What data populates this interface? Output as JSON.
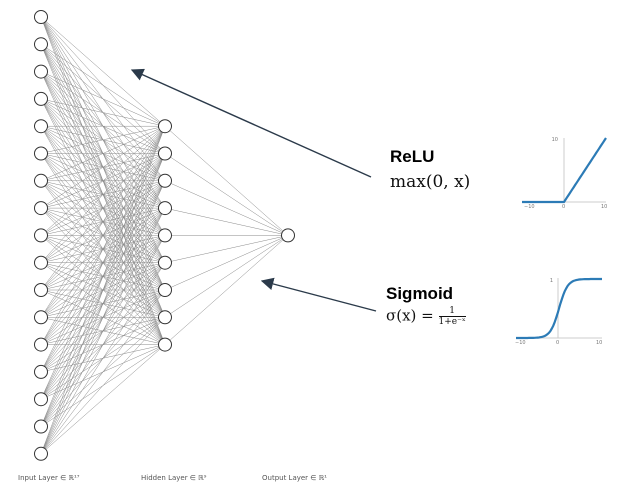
{
  "network": {
    "layers": [
      {
        "name": "input",
        "nodes": 17,
        "label": "Input Layer ∈ ℝ¹⁷"
      },
      {
        "name": "hidden",
        "nodes": 9,
        "label": "Hidden Layer ∈ ℝ⁹"
      },
      {
        "name": "output",
        "nodes": 1,
        "label": "Output Layer ∈ ℝ¹"
      }
    ]
  },
  "activations": {
    "relu": {
      "name": "ReLU",
      "formula": "max(0, x)",
      "plot": {
        "xmin": -10,
        "xmax": 10,
        "ymax": 10,
        "x_left_label": "−10",
        "x_mid_label": "0",
        "x_right_label": "10",
        "y_top_label": "10"
      }
    },
    "sigmoid": {
      "name": "Sigmoid",
      "formula_lhs": "σ(x) =",
      "formula_num": "1",
      "formula_den": "1+e⁻ˣ",
      "plot": {
        "xmin": -10,
        "xmax": 10,
        "ymax": 1,
        "x_left_label": "−10",
        "x_mid_label": "0",
        "x_right_label": "10",
        "y_top_label": "1"
      }
    }
  },
  "colors": {
    "curve": "#2c7bb6",
    "arrow": "#2b3a4a",
    "edge": "#8a8a8a",
    "node": "#333333"
  }
}
